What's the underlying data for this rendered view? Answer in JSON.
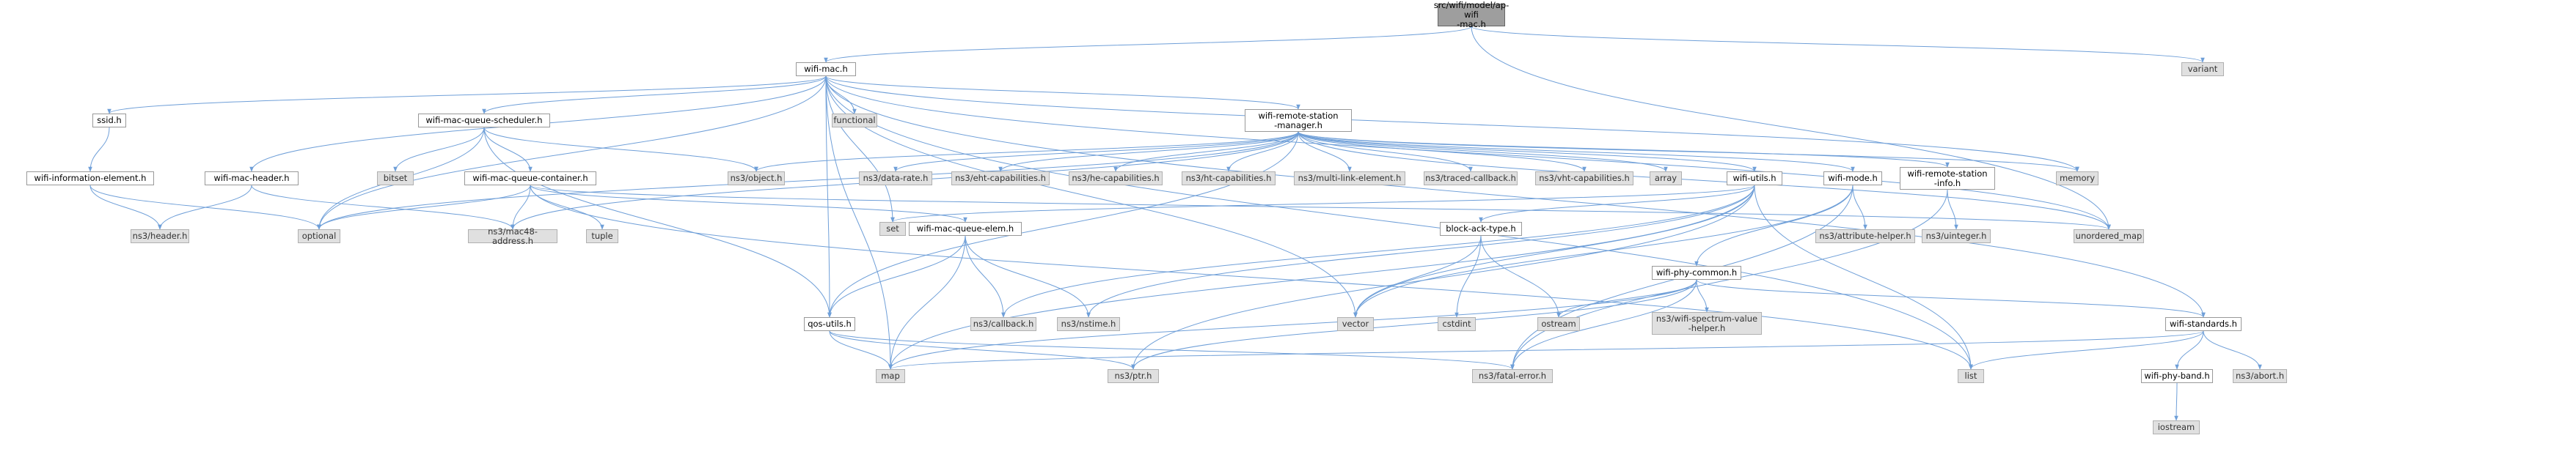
{
  "colors": {
    "edge": "#6f9fd8",
    "internal_fill": "#ffffff",
    "external_fill": "#e0e0e0",
    "root_fill": "#9e9e9e",
    "border": "#999999"
  },
  "nodes": {
    "root": "src/wifi/model/ap-wifi\n-mac.h",
    "wifi_mac": "wifi-mac.h",
    "variant": "variant",
    "ssid": "ssid.h",
    "wifi_information_element": "wifi-information-element.h",
    "wifi_mac_header": "wifi-mac-header.h",
    "wifi_mac_queue_scheduler": "wifi-mac-queue-scheduler.h",
    "bitset": "bitset",
    "wifi_mac_queue_container": "wifi-mac-queue-container.h",
    "functional": "functional",
    "wifi_remote_station_manager": "wifi-remote-station\n-manager.h",
    "ns3_object": "ns3/object.h",
    "ns3_data_rate": "ns3/data-rate.h",
    "ns3_eht_capabilities": "ns3/eht-capabilities.h",
    "ns3_he_capabilities": "ns3/he-capabilities.h",
    "ns3_ht_capabilities": "ns3/ht-capabilities.h",
    "ns3_multi_link_element": "ns3/multi-link-element.h",
    "ns3_traced_callback": "ns3/traced-callback.h",
    "ns3_vht_capabilities": "ns3/vht-capabilities.h",
    "array": "array",
    "wifi_utils": "wifi-utils.h",
    "wifi_mode": "wifi-mode.h",
    "wifi_remote_station_info": "wifi-remote-station\n-info.h",
    "memory": "memory",
    "ns3_header": "ns3/header.h",
    "optional": "optional",
    "ns3_mac48_address": "ns3/mac48-address.h",
    "tuple": "tuple",
    "set": "set",
    "wifi_mac_queue_elem": "wifi-mac-queue-elem.h",
    "block_ack_type": "block-ack-type.h",
    "ns3_attribute_helper": "ns3/attribute-helper.h",
    "ns3_uinteger": "ns3/uinteger.h",
    "unordered_map": "unordered_map",
    "wifi_phy_common": "wifi-phy-common.h",
    "qos_utils": "qos-utils.h",
    "ns3_callback": "ns3/callback.h",
    "ns3_nstime": "ns3/nstime.h",
    "vector": "vector",
    "cstdint": "cstdint",
    "ostream": "ostream",
    "ns3_wifi_spectrum_value_helper": "ns3/wifi-spectrum-value\n-helper.h",
    "wifi_standards": "wifi-standards.h",
    "map": "map",
    "ns3_ptr": "ns3/ptr.h",
    "ns3_fatal_error": "ns3/fatal-error.h",
    "list": "list",
    "wifi_phy_band": "wifi-phy-band.h",
    "ns3_abort": "ns3/abort.h",
    "iostream": "iostream"
  }
}
